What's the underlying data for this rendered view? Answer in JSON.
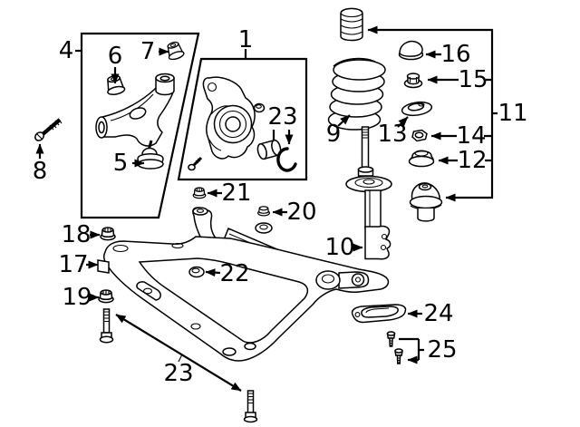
{
  "diagram": {
    "background_color": "#ffffff",
    "ink_color": "#000000",
    "callouts": [
      {
        "label": "1"
      },
      {
        "label": "4"
      },
      {
        "label": "5"
      },
      {
        "label": "6"
      },
      {
        "label": "7"
      },
      {
        "label": "8"
      },
      {
        "label": "9"
      },
      {
        "label": "10"
      },
      {
        "label": "11"
      },
      {
        "label": "12"
      },
      {
        "label": "13"
      },
      {
        "label": "14"
      },
      {
        "label": "15"
      },
      {
        "label": "16"
      },
      {
        "label": "17"
      },
      {
        "label": "18"
      },
      {
        "label": "19"
      },
      {
        "label": "20"
      },
      {
        "label": "21"
      },
      {
        "label": "22"
      },
      {
        "label": "23"
      },
      {
        "label": "23"
      },
      {
        "label": "24"
      },
      {
        "label": "25"
      }
    ]
  }
}
